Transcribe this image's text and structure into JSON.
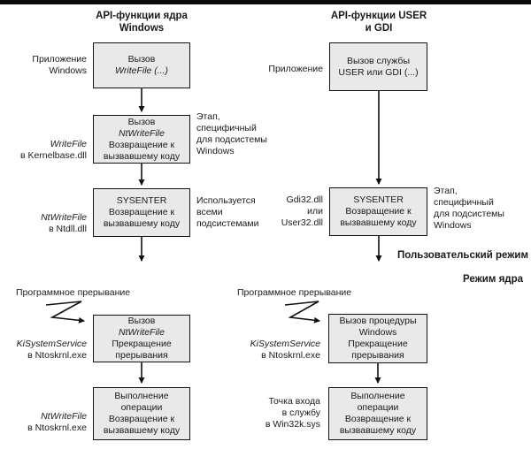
{
  "headers": {
    "left": "API-функции ядра\nWindows",
    "right": "API-функции USER\nи GDI"
  },
  "modes": {
    "user_mode": "Пользовательский режим",
    "kernel_mode": "Режим ядра"
  },
  "left_column": {
    "boxes": {
      "call_writefile": {
        "plain": "Вызов ",
        "italic": "WriteFile (...)"
      },
      "call_ntwritefile": {
        "plain": "Вызов ",
        "italic": "NtWriteFile",
        "rest": "Возвращение к\nвызвавшему коду"
      },
      "sysenter": {
        "line1": "SYSENTER",
        "rest": "Возвращение к\nвызвавшему коду"
      },
      "interrupt": {
        "plain": "Вызов ",
        "italic": "NtWriteFile",
        "rest": "Прекращение\nпрерывания"
      },
      "operation": "Выполнение\nоперации\nВозвращение к\nвызвавшему коду"
    },
    "labels": {
      "app": "Приложение\nWindows",
      "writefile": {
        "italic": "WriteFile",
        "rest": "в Kernelbase.dll"
      },
      "ntwritefile": {
        "italic": "NtWriteFile",
        "rest": "в Ntdll.dll"
      },
      "kisystemservice": {
        "italic": "KiSystemService",
        "rest": "в Ntoskrnl.exe"
      },
      "ntwritefile_kernel": {
        "italic": "NtWriteFile",
        "rest": "в Ntoskrnl.exe"
      }
    },
    "annotations": {
      "subsystem_stage": "Этап,\nспецифичный\nдля подсистемы\nWindows",
      "all_subsystems": "Используется\nвсеми\nподсистемами",
      "software_interrupt": "Программное прерывание"
    }
  },
  "right_column": {
    "boxes": {
      "call_service": "Вызов службы\nUSER или GDI (...)",
      "sysenter": {
        "line1": "SYSENTER",
        "rest": "Возвращение к\nвызвавшему коду"
      },
      "interrupt": "Вызов процедуры\nWindows\nПрекращение\nпрерывания",
      "operation": "Выполнение\nоперации\nВозвращение к\nвызвавшему коду"
    },
    "labels": {
      "app": "Приложение",
      "gdi_user": "Gdi32.dll\nили\nUser32.dll",
      "kisystemservice": {
        "italic": "KiSystemService",
        "rest": "в Ntoskrnl.exe"
      },
      "entry_point": "Точка входа\nв службу\nв Win32k.sys"
    },
    "annotations": {
      "subsystem_stage": "Этап,\nспецифичный\nдля подсистемы\nWindows",
      "software_interrupt": "Программное прерывание"
    }
  },
  "colors": {
    "box_fill": "#e9e9e9",
    "stroke": "#111111",
    "divider": "#0a0a0a"
  }
}
